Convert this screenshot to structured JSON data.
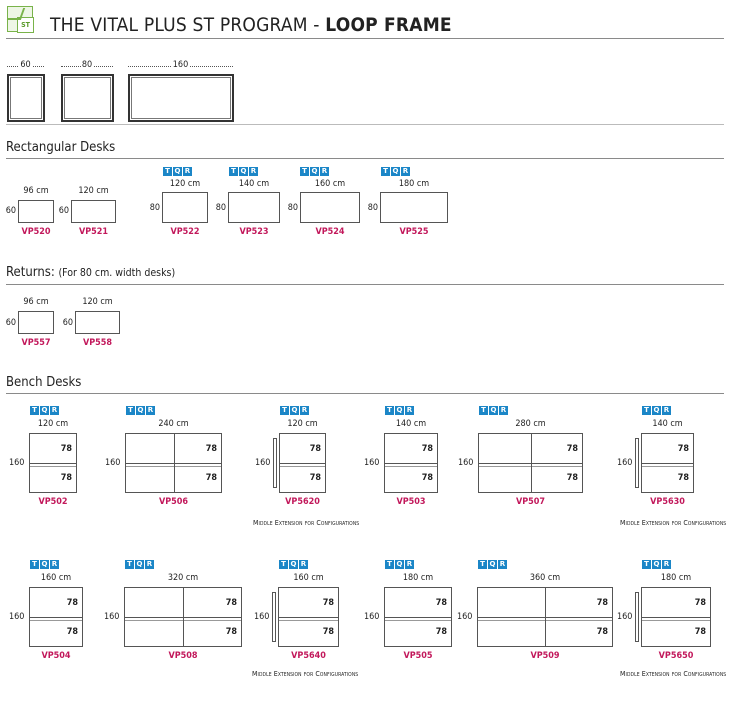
{
  "header": {
    "logo_text": "ST",
    "title_main": "THE VITAL PLUS ST PROGRAM - ",
    "title_bold": "LOOP FRAME"
  },
  "frames": {
    "labels": [
      "60",
      "80",
      "160"
    ]
  },
  "sections": {
    "rectangular": "Rectangular Desks",
    "returns": "Returns:",
    "returns_note": "(For 80 cm. width desks)",
    "bench": "Bench Desks"
  },
  "tqr": [
    "T",
    "Q",
    "R"
  ],
  "rectangular_desks": [
    {
      "width": "96 cm",
      "depth": "60",
      "code": "VP520",
      "tqr": false
    },
    {
      "width": "120 cm",
      "depth": "60",
      "code": "VP521",
      "tqr": false
    },
    {
      "width": "120 cm",
      "depth": "80",
      "code": "VP522",
      "tqr": true
    },
    {
      "width": "140 cm",
      "depth": "80",
      "code": "VP523",
      "tqr": true
    },
    {
      "width": "160 cm",
      "depth": "80",
      "code": "VP524",
      "tqr": true
    },
    {
      "width": "180 cm",
      "depth": "80",
      "code": "VP525",
      "tqr": true
    }
  ],
  "returns": [
    {
      "width": "96 cm",
      "depth": "60",
      "code": "VP557"
    },
    {
      "width": "120 cm",
      "depth": "60",
      "code": "VP558"
    }
  ],
  "bench_depth": "160",
  "bench_seat": "78",
  "bench_note": "Middle Extension for Configurations",
  "bench_row1": [
    {
      "width": "120 cm",
      "code": "VP502",
      "type": "single"
    },
    {
      "width": "240 cm",
      "code": "VP506",
      "type": "double"
    },
    {
      "width": "120 cm",
      "code": "VP5620",
      "type": "ext"
    },
    {
      "width": "140 cm",
      "code": "VP503",
      "type": "single"
    },
    {
      "width": "280 cm",
      "code": "VP507",
      "type": "double"
    },
    {
      "width": "140 cm",
      "code": "VP5630",
      "type": "ext"
    }
  ],
  "bench_row2": [
    {
      "width": "160 cm",
      "code": "VP504",
      "type": "single"
    },
    {
      "width": "320 cm",
      "code": "VP508",
      "type": "double"
    },
    {
      "width": "160 cm",
      "code": "VP5640",
      "type": "ext"
    },
    {
      "width": "180 cm",
      "code": "VP505",
      "type": "single"
    },
    {
      "width": "360 cm",
      "code": "VP509",
      "type": "double"
    },
    {
      "width": "180 cm",
      "code": "VP5650",
      "type": "ext"
    }
  ]
}
